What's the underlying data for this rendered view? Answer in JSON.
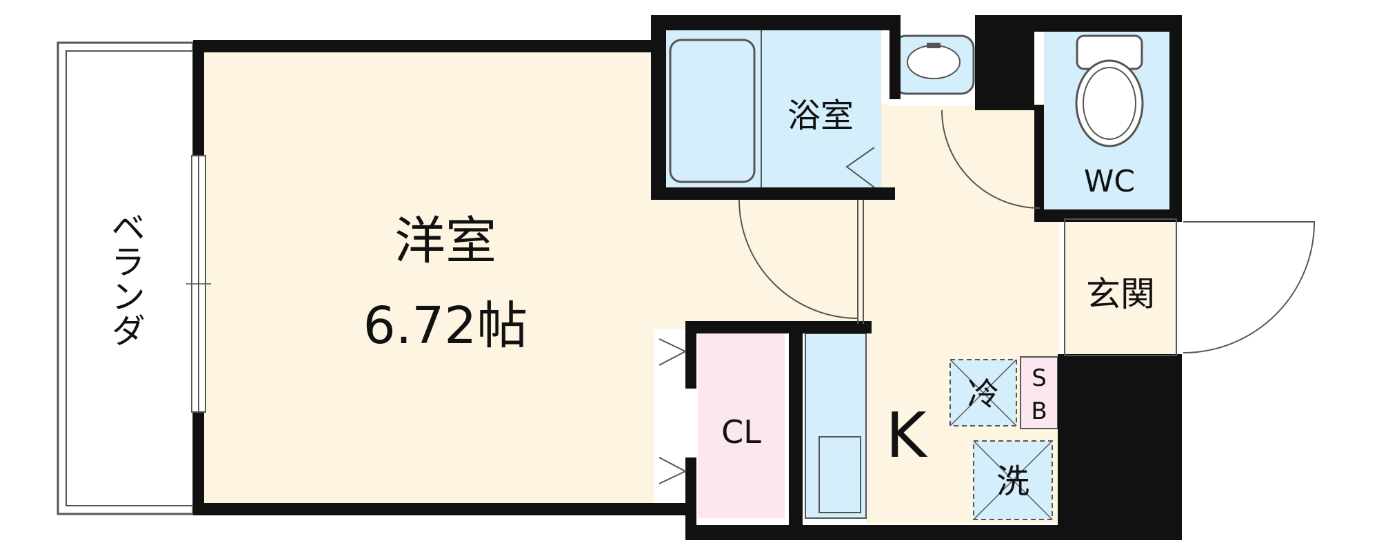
{
  "rooms": {
    "western": {
      "name": "洋室",
      "size": "6.72帖"
    },
    "bath": "浴室",
    "wc": "WC",
    "entrance": "玄関",
    "closet": "CL",
    "kitchen": "K",
    "veranda": "ベランダ",
    "fridge": "冷",
    "washer": "洗",
    "shoebox_top": "S",
    "shoebox_bottom": "B"
  },
  "colors": {
    "wall": "#111111",
    "western_floor": "#fdf5e1",
    "wet_area": "#d4effb",
    "closet": "#fce6ef",
    "shoebox": "#fce6ef"
  }
}
